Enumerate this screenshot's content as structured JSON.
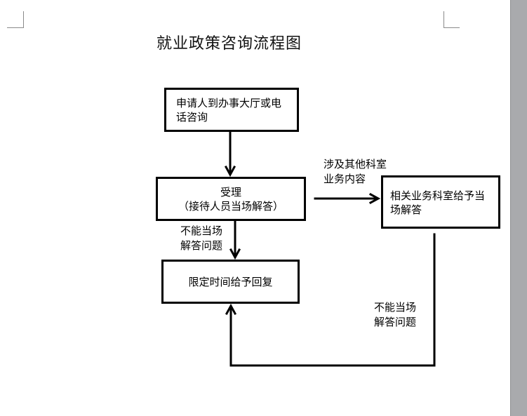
{
  "title": "就业政策咨询流程图",
  "nodes": {
    "applicant": {
      "line1": "申请人到办事大厅或电",
      "line2": "话咨询"
    },
    "accept": {
      "line1": "受理",
      "line2": "（接待人员当场解答）"
    },
    "deadline": {
      "line1": "限定时间给予回复"
    },
    "related": {
      "line1": "相关业务科室给予当",
      "line2": "场解答"
    }
  },
  "edge_labels": {
    "other_dept": {
      "line1": "涉及其他科室",
      "line2": "业务内容"
    },
    "cannot_answer_1": {
      "line1": "不能当场",
      "line2": "解答问题"
    },
    "cannot_answer_2": {
      "line1": "不能当场",
      "line2": "解答问题"
    }
  },
  "edges": [
    {
      "from": "applicant",
      "to": "accept"
    },
    {
      "from": "accept",
      "to": "deadline",
      "label": "cannot_answer_1"
    },
    {
      "from": "accept",
      "to": "related",
      "label": "other_dept"
    },
    {
      "from": "related",
      "to": "deadline",
      "label": "cannot_answer_2"
    }
  ]
}
